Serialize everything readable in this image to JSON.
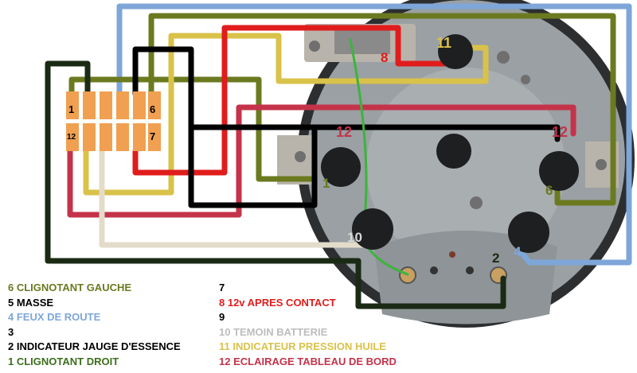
{
  "colors": {
    "white": "#ffffff",
    "black": "#000000",
    "red": "#e01c1c",
    "crimson": "#c4334a",
    "olive": "#6b7a1f",
    "blue": "#7ea6d8",
    "yellow": "#d9c24a",
    "beige": "#e4dccb",
    "darkgreen": "#1a2a14",
    "green": "#3cb43c",
    "orange": "#f0a050",
    "gauge": "#9aa0a3",
    "gauge_dark": "#2c2e30",
    "knob": "#1e1f21",
    "metal": "#b9b4ab",
    "darkgray": "#8a8a8a"
  },
  "pin_labels": {
    "p1": "1",
    "p6": "6",
    "p12": "12",
    "p7": "7",
    "t12a": "12",
    "t12b": "12",
    "t11": "11",
    "t8": "8",
    "t1": "1",
    "t6": "6",
    "t10": "10",
    "t4": "4",
    "t2": "2"
  },
  "legend_left": [
    {
      "text": "6 CLIGNOTANT GAUCHE",
      "color": "#6b7a1f"
    },
    {
      "text": "5 MASSE",
      "color": "#000000"
    },
    {
      "text": "4 FEUX DE ROUTE",
      "color": "#7ea6d8"
    },
    {
      "text": "3",
      "color": "#000000"
    },
    {
      "text": "2 INDICATEUR JAUGE D'ESSENCE",
      "color": "#000000"
    },
    {
      "text": "1 CLIGNOTANT DROIT",
      "color": "#3d6e1c"
    }
  ],
  "legend_right": [
    {
      "text": "7",
      "color": "#000000"
    },
    {
      "text": "8 12v APRES CONTACT",
      "color": "#e01c1c"
    },
    {
      "text": "9",
      "color": "#000000"
    },
    {
      "text": "10 TEMOIN BATTERIE",
      "color": "#bdbdbd"
    },
    {
      "text": "11 INDICATEUR PRESSION HUILE",
      "color": "#d9c24a"
    },
    {
      "text": "12 ECLAIRAGE TABLEAU DE BORD",
      "color": "#c4334a"
    }
  ]
}
